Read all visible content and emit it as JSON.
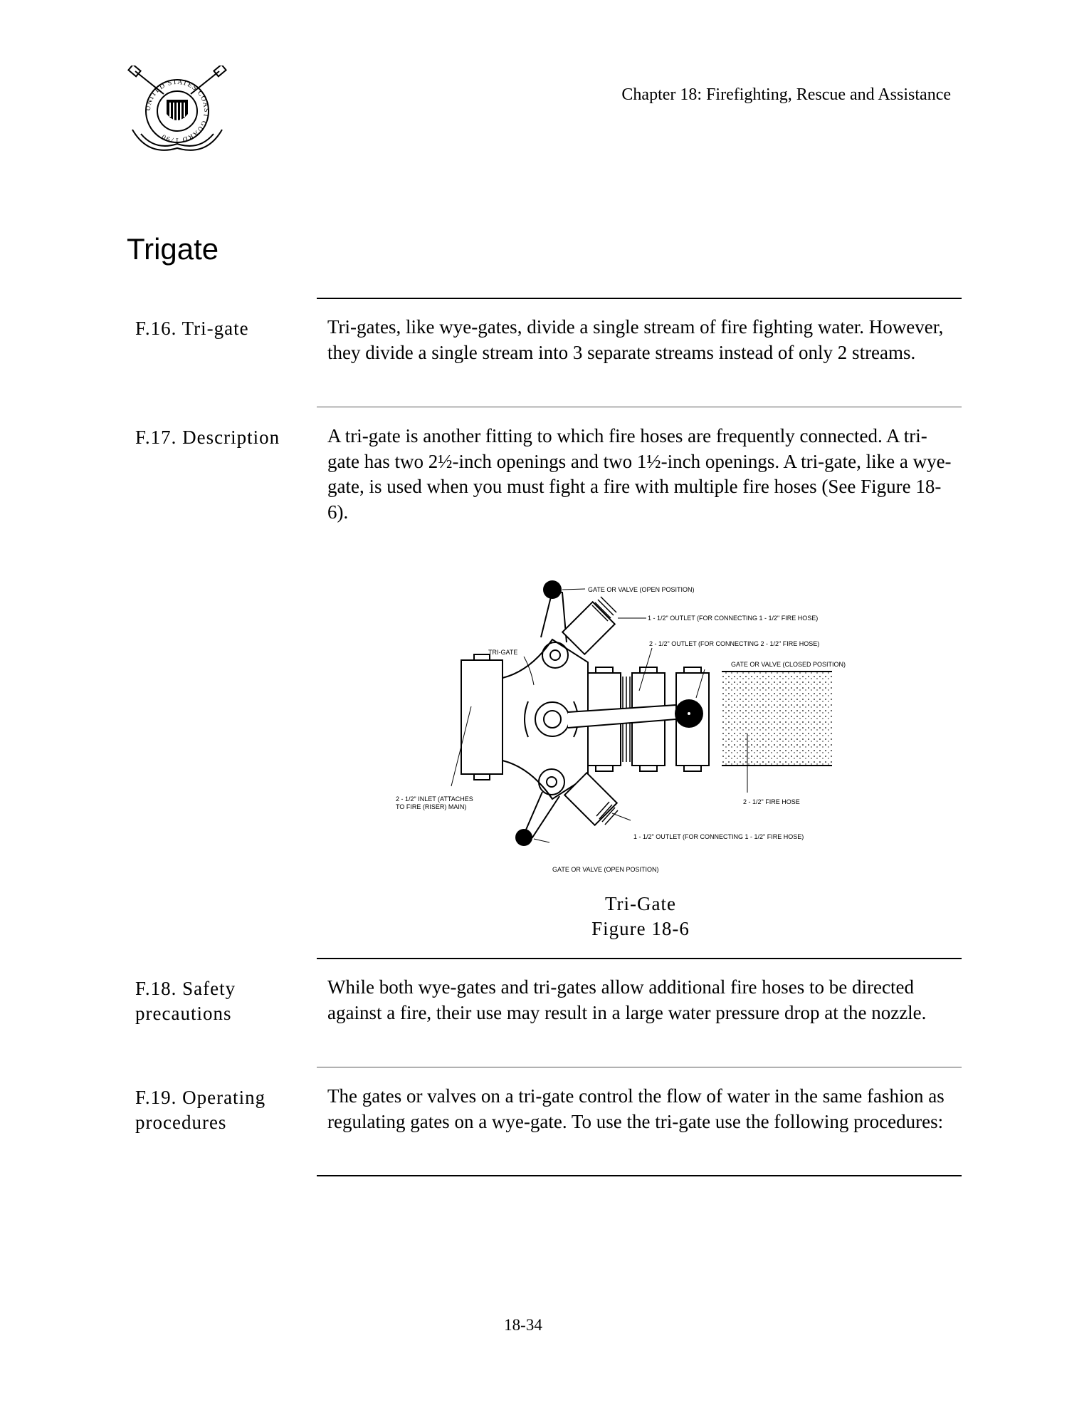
{
  "header": {
    "chapter": "Chapter 18:  Firefighting, Rescue and Assistance",
    "seal_text": "UNITED STATES COAST GUARD 1790"
  },
  "section_title": "Trigate",
  "rows": [
    {
      "label": "F.16.  Tri-gate",
      "body": "Tri-gates, like wye-gates, divide a single stream of fire fighting water. However, they divide a single stream into 3 separate streams instead of only 2 streams."
    },
    {
      "label": "F.17.  Description",
      "body": "A tri-gate is another fitting to which fire hoses are frequently connected. A tri-gate has two 2½-inch openings and two 1½-inch openings.  A tri-gate, like a wye-gate, is used when you must fight a fire with multiple fire hoses  (See Figure 18-6)."
    },
    {
      "label": "F.18.  Safety precautions",
      "body": "While both wye-gates and tri-gates allow additional fire hoses to be directed against a fire, their use may result in a large water pressure drop at the nozzle."
    },
    {
      "label": "F.19.  Operating procedures",
      "body": "The gates or valves on a tri-gate control the flow of water in the same fashion as regulating gates on a wye-gate.  To use the tri-gate use the following procedures:"
    }
  ],
  "figure": {
    "labels": {
      "gate_open_top": "GATE OR VALVE (OPEN POSITION)",
      "outlet_top": "1 - 1/2\" OUTLET (FOR CONNECTING 1 - 1/2\" FIRE HOSE)",
      "tri_gate": "TRI-GATE",
      "outlet_main": "2 - 1/2\" OUTLET (FOR CONNECTING 2 - 1/2\" FIRE HOSE)",
      "gate_closed": "GATE OR VALVE (CLOSED POSITION)",
      "inlet_line1": "2 - 1/2\" INLET (ATTACHES",
      "inlet_line2": "TO FIRE (RISER) MAIN)",
      "fire_hose": "2 - 1/2\" FIRE HOSE",
      "outlet_bottom": "1 - 1/2\" OUTLET (FOR CONNECTING 1 - 1/2\" FIRE HOSE)",
      "gate_open_bottom": "GATE OR VALVE (OPEN POSITION)"
    },
    "caption_title": "Tri-Gate",
    "caption_number": "Figure 18-6"
  },
  "footer": {
    "page_number": "18-34"
  }
}
